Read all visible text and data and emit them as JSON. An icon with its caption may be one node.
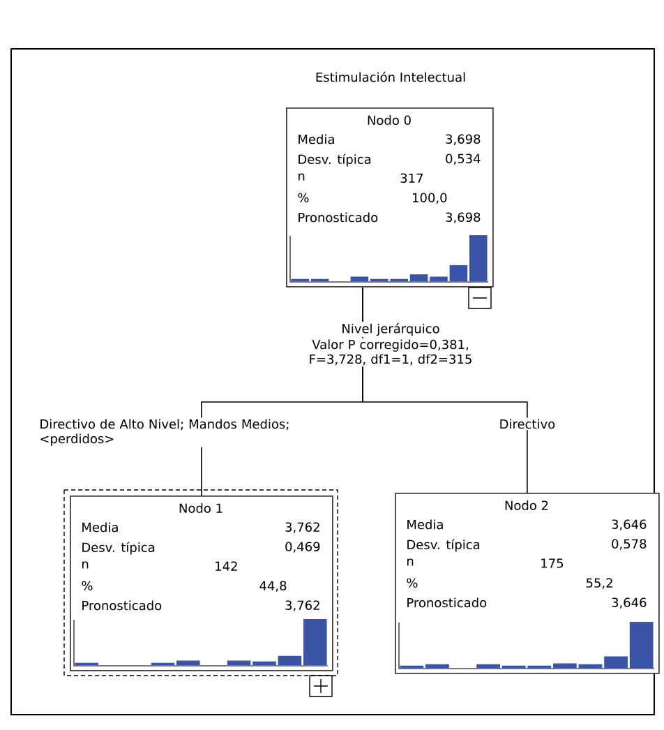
{
  "diagram": {
    "title": "Estimulación Intelectual",
    "nodes": [
      {
        "text": [
          "Nodo 0",
          "Media",
          "3,698",
          "Desv. típica",
          "0,534",
          "n",
          "317",
          "%",
          "100,0",
          "Pronosticado",
          "3,698"
        ]
      },
      {
        "text": [
          "Nodo 1",
          "Media",
          "3,762",
          "Desv. típica",
          "0,469",
          "n",
          "142",
          "%",
          "44,8",
          "Pronosticado",
          "3,762"
        ]
      },
      {
        "text": [
          "Nodo 2",
          "Media",
          "3,646",
          "Desv. típica",
          "0,578",
          "n",
          "175",
          "%",
          "55,2",
          "Pronosticado",
          "3,646"
        ]
      }
    ],
    "edges": [
      {
        "from": 0,
        "to": 1,
        "arrow": "none",
        "label": "Directivo de Alto Nivel; Mandos Medios; <perdidos>"
      },
      {
        "from": 0,
        "to": 2,
        "arrow": "none",
        "label": "Directivo"
      }
    ],
    "labels": [
      "Nivel jerárquico",
      "Valor P corregido=0,381, F=3,728, df1=1, df2=315"
    ]
  }
}
